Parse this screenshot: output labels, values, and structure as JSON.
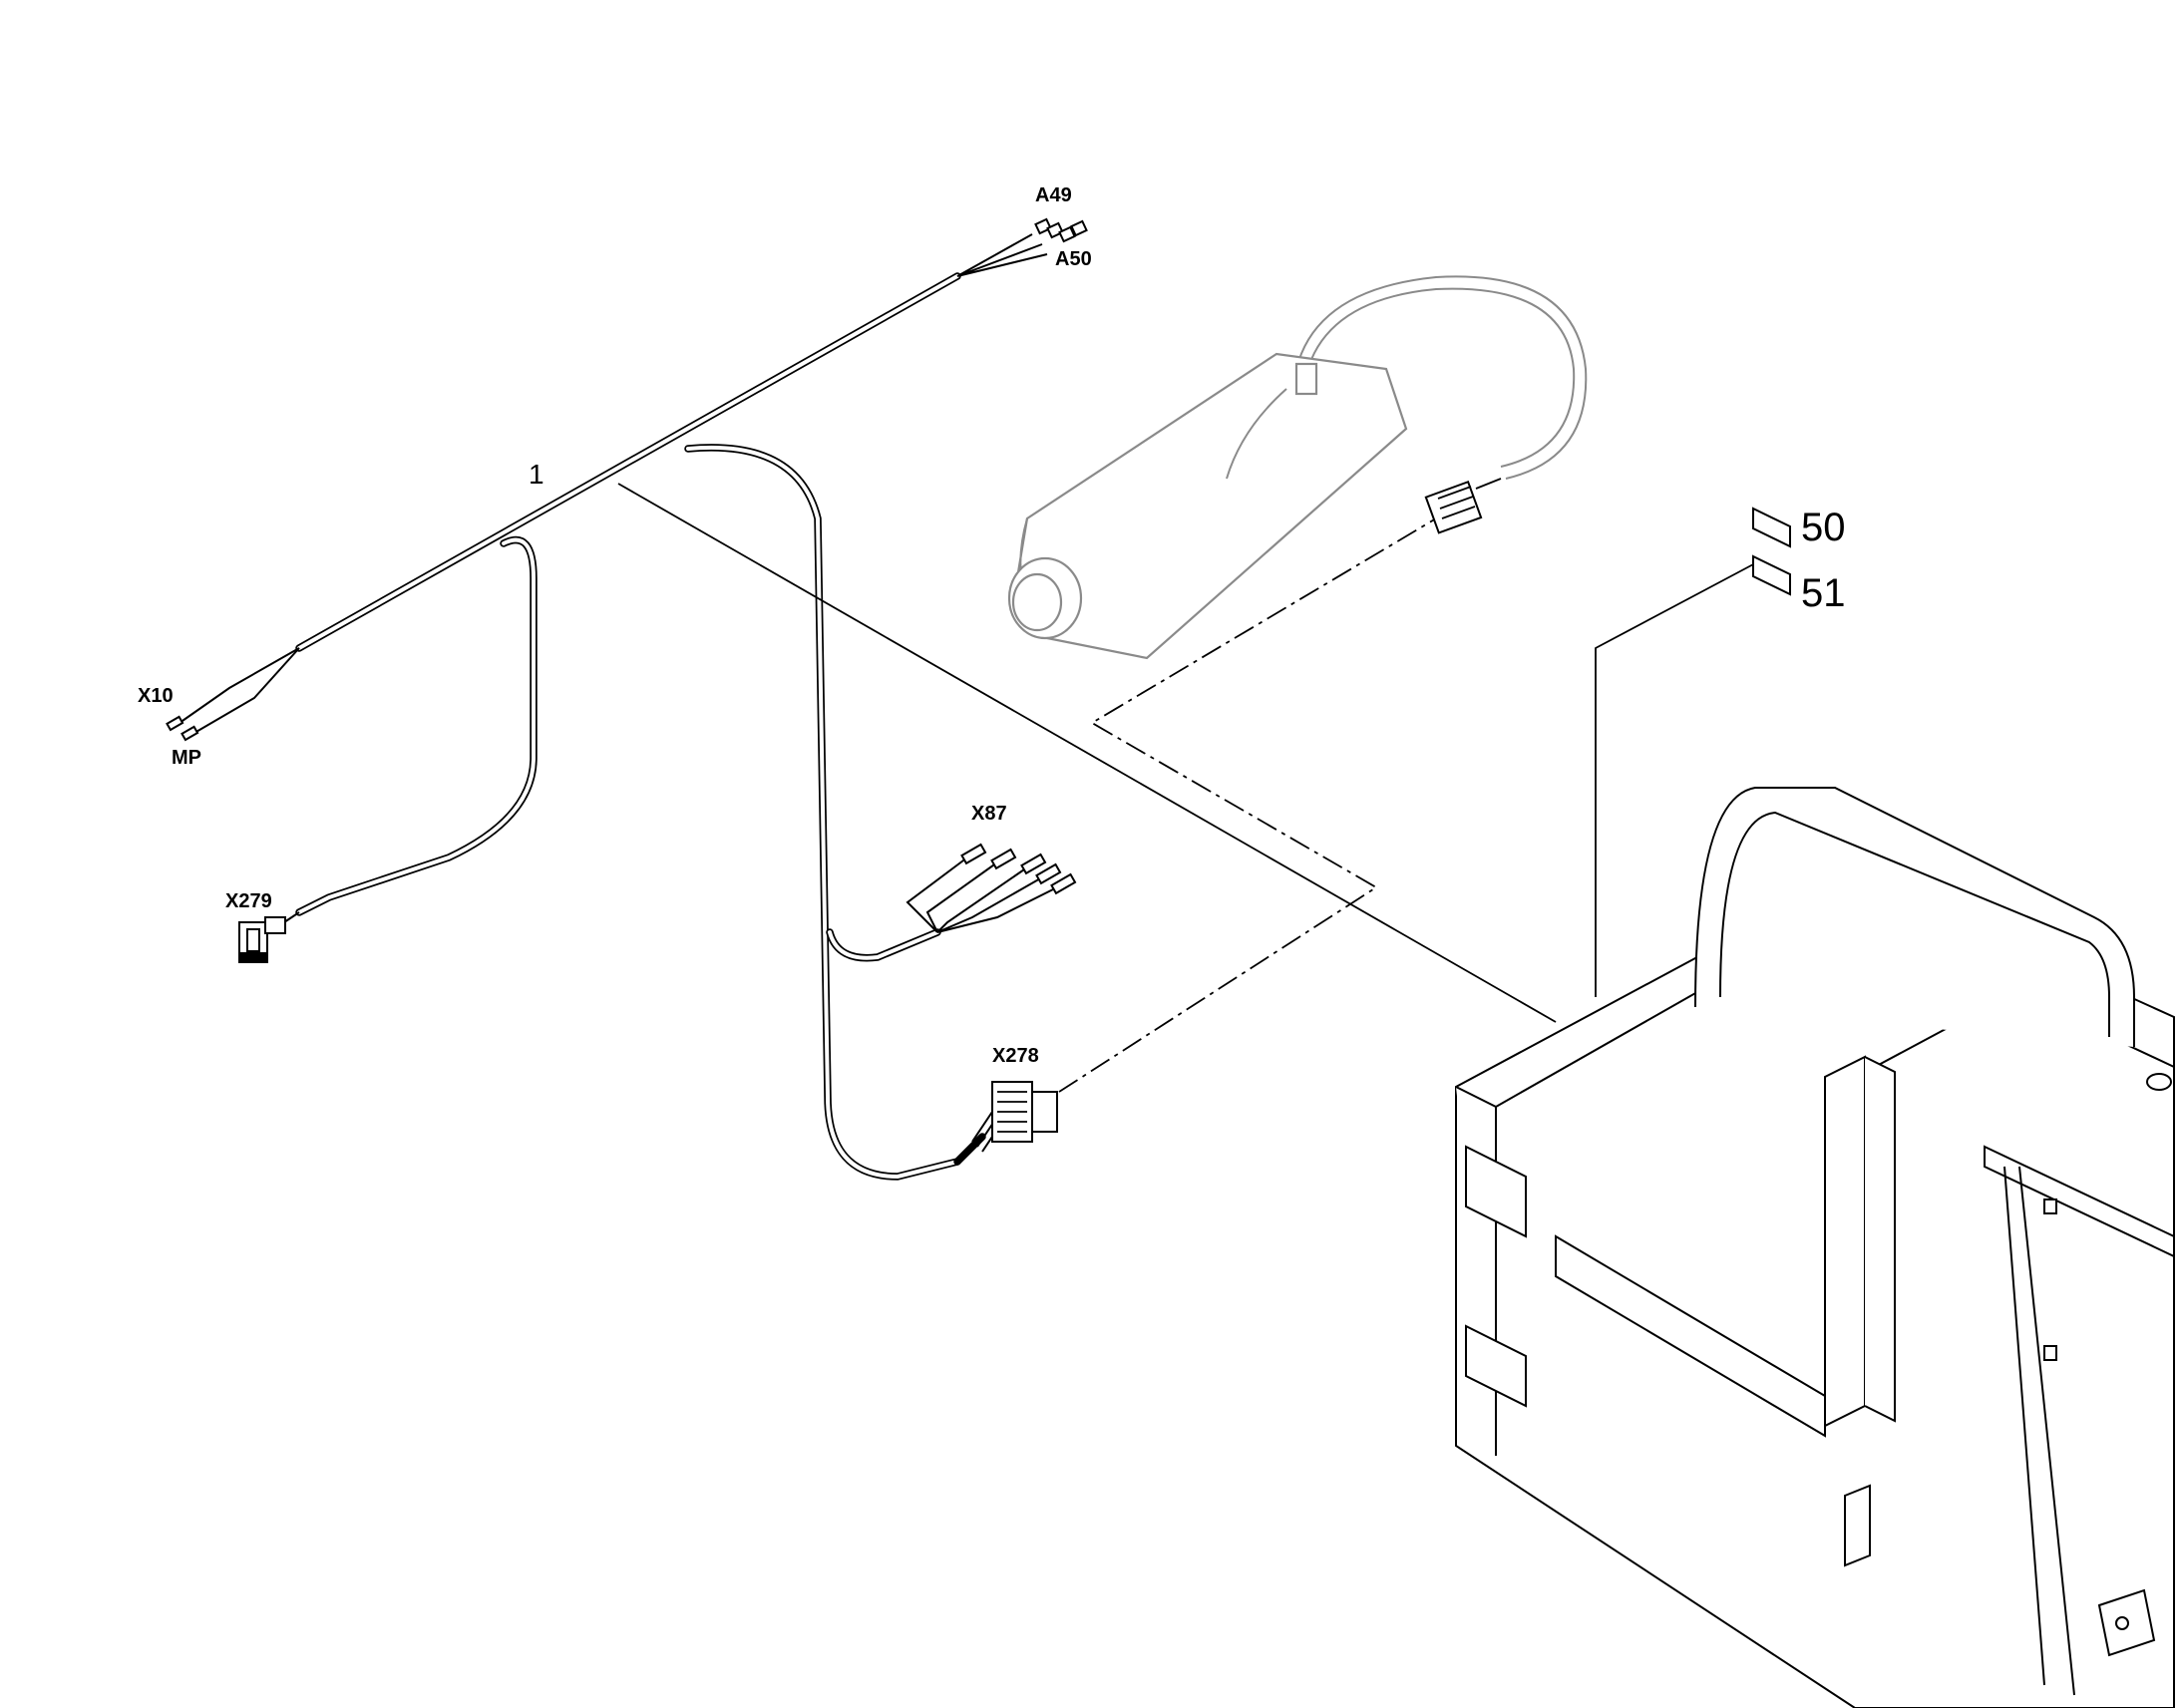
{
  "labels": {
    "harness_item": "1",
    "a49": "A49",
    "a50": "A50",
    "x10": "X10",
    "mp": "MP",
    "x279": "X279",
    "x87": "X87",
    "x278": "X278",
    "item_50": "50",
    "item_51": "51"
  }
}
